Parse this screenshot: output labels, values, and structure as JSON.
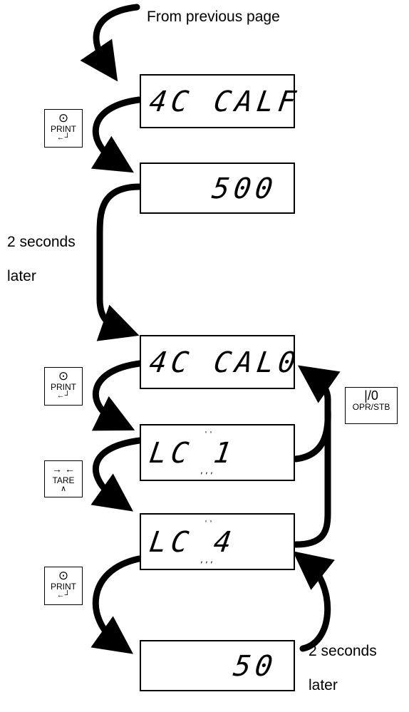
{
  "labels": {
    "from_previous": "From previous page",
    "two_seconds_1": "2 seconds",
    "later_1": "later",
    "two_seconds_2": "2 seconds",
    "later_2": "later"
  },
  "displays": [
    {
      "text": "4C CALF"
    },
    {
      "text": "500"
    },
    {
      "text": "4C CAL0"
    },
    {
      "text": "LC 1"
    },
    {
      "text": "LC 4"
    },
    {
      "text": "50"
    }
  ],
  "keys": {
    "print": {
      "symbol": "⊙",
      "label": "PRINT",
      "sub": "←┘"
    },
    "tare": {
      "symbol": "→ ←",
      "label": "TARE",
      "sub": "∧"
    },
    "opr_stb": {
      "symbol": "|/0",
      "label": "OPR/STB"
    }
  }
}
